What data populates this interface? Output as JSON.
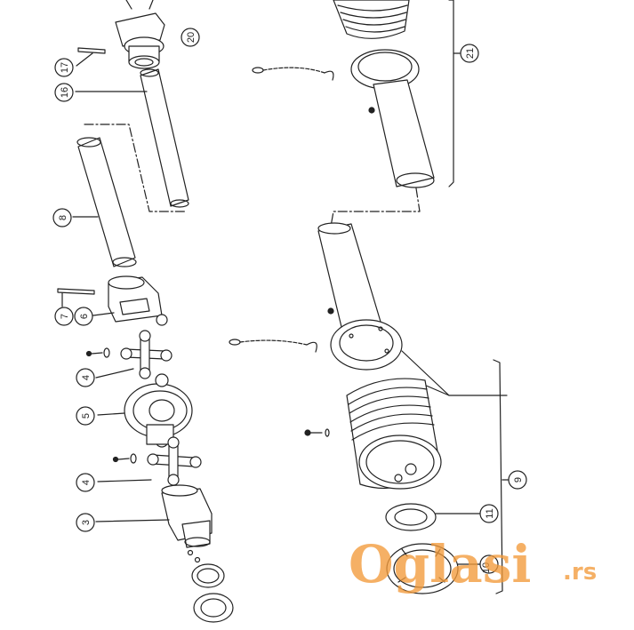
{
  "callouts": {
    "c3": "3",
    "c4a": "4",
    "c4b": "4",
    "c5": "5",
    "c6": "6",
    "c7": "7",
    "c8": "8",
    "c9": "9",
    "c10": "10",
    "c11": "11",
    "c16": "16",
    "c17": "17",
    "c20": "20",
    "c21": "21"
  },
  "watermark": {
    "brand": "Oglasi",
    "tld": ".rs"
  },
  "colors": {
    "line": "#222222",
    "watermark": "#f29a3a"
  }
}
